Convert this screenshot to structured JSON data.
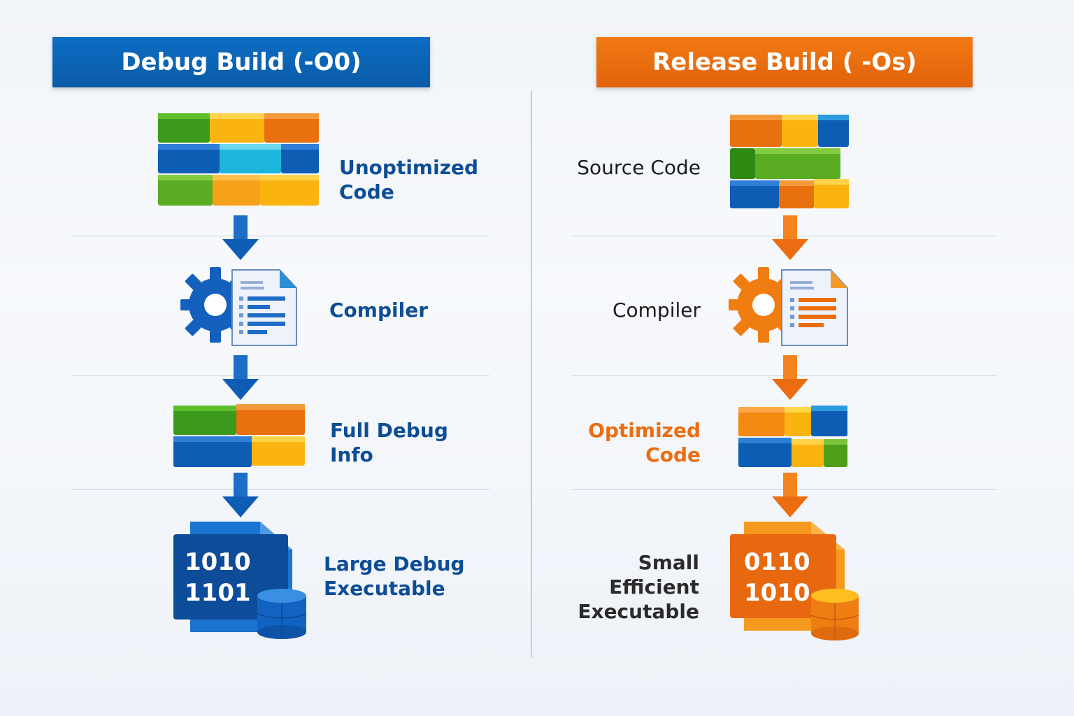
{
  "debug": {
    "title": "Debug Build (-O0)",
    "accent": "#0a5fae",
    "steps": [
      {
        "icon": "code-blocks-icon",
        "label_line1": "Unoptimized",
        "label_line2": "Code"
      },
      {
        "icon": "compiler-gear-document-icon",
        "label_line1": "Compiler"
      },
      {
        "icon": "code-blocks-icon",
        "label_line1": "Full Debug",
        "label_line2": "Info"
      },
      {
        "icon": "executable-file-database-icon",
        "label_line1": "Large Debug",
        "label_line2": "Executable",
        "binary_line1": "1010",
        "binary_line2": "1101"
      }
    ]
  },
  "release": {
    "title": "Release Build ( -Os)",
    "accent": "#ec6d10",
    "steps": [
      {
        "icon": "code-blocks-icon",
        "label_line1": "Source Code"
      },
      {
        "icon": "compiler-gear-document-icon",
        "label_line1": "Compiler"
      },
      {
        "icon": "code-blocks-icon",
        "label_line1": "Optimized",
        "label_line2": "Code"
      },
      {
        "icon": "executable-file-database-icon",
        "label_line1": "Small",
        "label_line2": "Efficient",
        "label_line3": "Executable",
        "binary_line1": "0110",
        "binary_line2": "1010"
      }
    ]
  }
}
